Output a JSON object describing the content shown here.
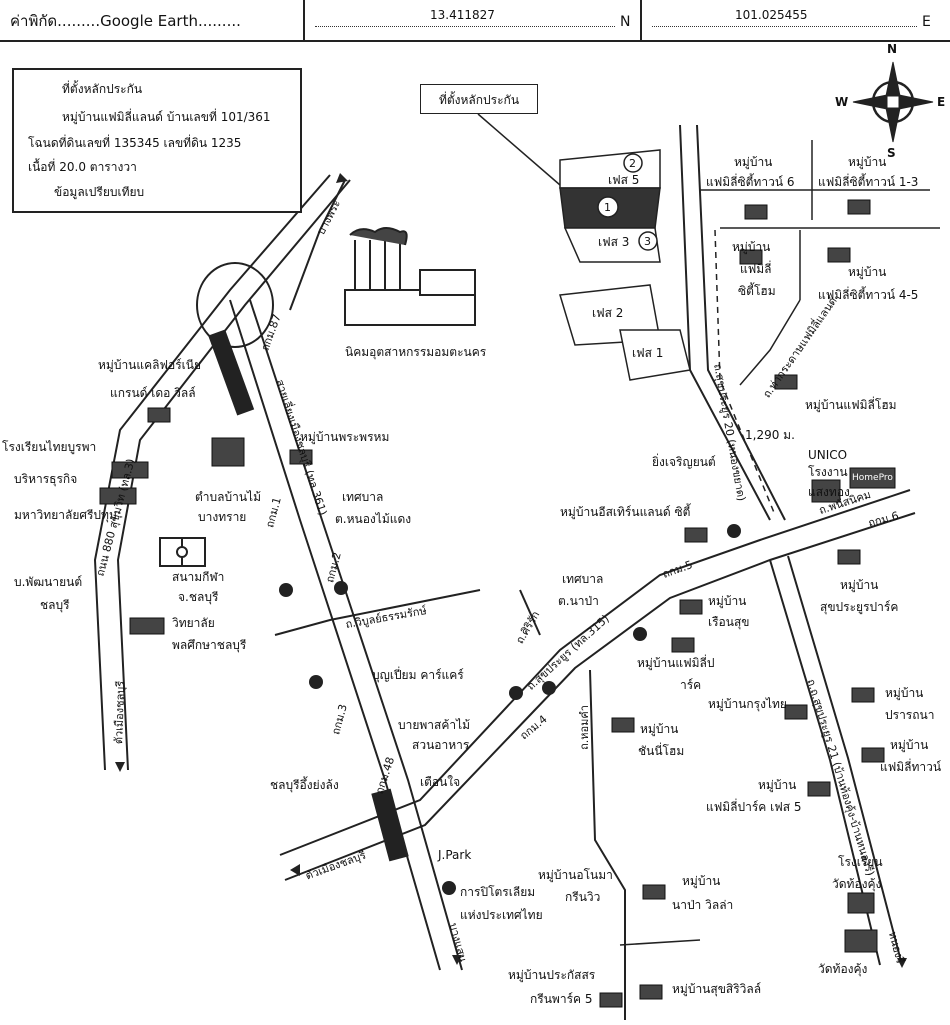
{
  "header": {
    "label": "ค่าพิกัด.........Google Earth.........",
    "lat": "13.411827",
    "lat_suffix": "N",
    "lon": "101.025455",
    "lon_suffix": "E"
  },
  "legend": {
    "collateral": "ที่ตั้งหลักประกัน",
    "village": "หมู่บ้านแฟมิลี่แลนด์ บ้านเลขที่ 101/361",
    "deed": "โฉนดที่ดินเลขที่ 135345 เลขที่ดิน 1235",
    "area": "เนื้อที่ 20.0 ตารางวา",
    "comparison": "ข้อมูลเปรียบเทียบ"
  },
  "callout": "ที่ตั้งหลักประกัน",
  "compass": {
    "n": "N",
    "s": "S",
    "e": "E",
    "w": "W"
  },
  "phases": {
    "p1": "เฟส 1",
    "p2": "เฟส 2",
    "p3": "เฟส 3",
    "p5": "เฟส 5"
  },
  "markers": {
    "m1": "1",
    "m2": "2",
    "m3": "3"
  },
  "distance": "1,290 ม.",
  "roads": {
    "bangpra": "บางพระ",
    "sooksawat": "สายเลี่ยงเมืองชลบุรี (ทล.361)",
    "tkm87": "ถกม.87",
    "tkm1": "ถกม.1",
    "tkm2": "ถกม.2",
    "tkm3": "ถกม.3",
    "tkm4": "ถกม.4",
    "tkm5": "ถกม.5",
    "tkm6": "ถกม.6",
    "tkm48": "ถกม.48",
    "rt3": "ถนน 880 สุขุมวิท (ทล.3)",
    "tochonburi1": "ตัวเมืองชลบุรี",
    "tochonburi2": "ตัวเมืองชลบุรี",
    "bangsaen": "บางแสน",
    "witmun": "ถ.วิบูลย์ธรรมรักษ์",
    "sukprayoon": "ถ.สุขประยูร (ทล.315)",
    "kirin": "ถ.ศิริรัก",
    "phanat": "ถ.พนัสนิคม",
    "r20": "ถ.สุขประยูร 20 (หนองขยาด)",
    "r21": "ถ.ถ.สุขประยูร 21 (บ้านท้องคุ้ง-บ้านหนองรี)",
    "hoomkham": "ถ.หอมคำ",
    "thakrathong": "ถ.ท่ากระดาษแฟมิลี่แลนด์",
    "nongree": "หนองรี"
  },
  "places": {
    "industrial": "นิคมอุตสาหกรรมอมตะนคร",
    "california1": "หมู่บ้านแคลิฟอร์เนีย",
    "california2": "แกรนด์ เดอ วิลล์",
    "school1": "โรงเรียนไทยบูรพา",
    "school2": "บริหารธุรกิจ",
    "school3": "มหาวิทยาลัยศรีปทุม",
    "pattana1": "บ.พัฒนายนต์",
    "pattana2": "ชลบุรี",
    "market1": "ตำบลบ้านไม้",
    "market2": "บางทราย",
    "stadium1": "สนามกีฬา",
    "stadium2": "จ.ชลบุรี",
    "college1": "วิทยาลัย",
    "college2": "พลศึกษาชลบุรี",
    "praprom": "หมู่บ้านพระพรหม",
    "muni1": "เทศบาล",
    "muni2": "ต.หนองไม้แดง",
    "boonpeum": "บุญเปี่ยม คาร์แคร์",
    "buypass1": "บายพาสค้าไม้",
    "buypass2": "สวนอาหาร",
    "duenchai": "เตือนใจ",
    "chonburiieng": "ชลบุรีอึ้งย่งล้ง",
    "jpark": "J.Park",
    "ptt1": "การปิโตรเลียม",
    "ptt2": "แห่งประเทศไทย",
    "famcity6a": "หมู่บ้าน",
    "famcity6b": "แฟมิลี่ซิตี้ทาวน์ 6",
    "fam13a": "หมู่บ้าน",
    "fam13b": "แฟมิลี่ซิตี้ทาวน์ 1-3",
    "famhome1": "หมู่บ้าน",
    "famhome2": "แฟมิลี่",
    "famhome3": "ซิตี้โฮม",
    "fam45a": "หมู่บ้าน",
    "fam45b": "แฟมิลี่ซิตี้ทาวน์ 4-5",
    "famihome": "หมู่บ้านแฟมิลี่โฮม",
    "ying": "ยิ่งเจริญยนต์",
    "unico1": "UNICO",
    "unico2": "โรงงาน",
    "unico3": "แสงทอง",
    "homepro": "HomePro",
    "eastern": "หมู่บ้านอีสเทิร์นแลนด์ ซิตี้",
    "napa1": "เทศบาล",
    "napa2": "ต.นาป่า",
    "ruensuk1": "หมู่บ้าน",
    "ruensuk2": "เรือนสุข",
    "sukpark1": "หมู่บ้าน",
    "sukpark2": "สุขประยูรปาร์ค",
    "fampark1": "หมู่บ้านแฟมิลี่ป",
    "fampark2": "าร์ค",
    "krungthai": "หมู่บ้านกรุงไทย",
    "prattana1": "หมู่บ้าน",
    "prattana2": "ปรารถนา",
    "chanee1": "หมู่บ้าน",
    "chanee2": "ชันนี่โฮม",
    "famtown1": "หมู่บ้าน",
    "famtown2": "แฟมิลี่ทาวน์",
    "fampark5a": "หมู่บ้าน",
    "fampark5b": "แฟมิลี่ปาร์ค เฟส 5",
    "anoma1": "หมู่บ้านอโนมา",
    "anoma2": "กรีนวิว",
    "napavilla1": "หมู่บ้าน",
    "napavilla2": "นาป่า วิลล่า",
    "tongkung1": "โรงเรียน",
    "tongkung2": "วัดท้องคุ้ง",
    "watkung": "วัดท้องคุ้ง",
    "prakas1": "หมู่บ้านประกัสสร",
    "prakas2": "กรีนพาร์ค 5",
    "sooksiri": "หมู่บ้านสุขสิริวิลล์"
  }
}
